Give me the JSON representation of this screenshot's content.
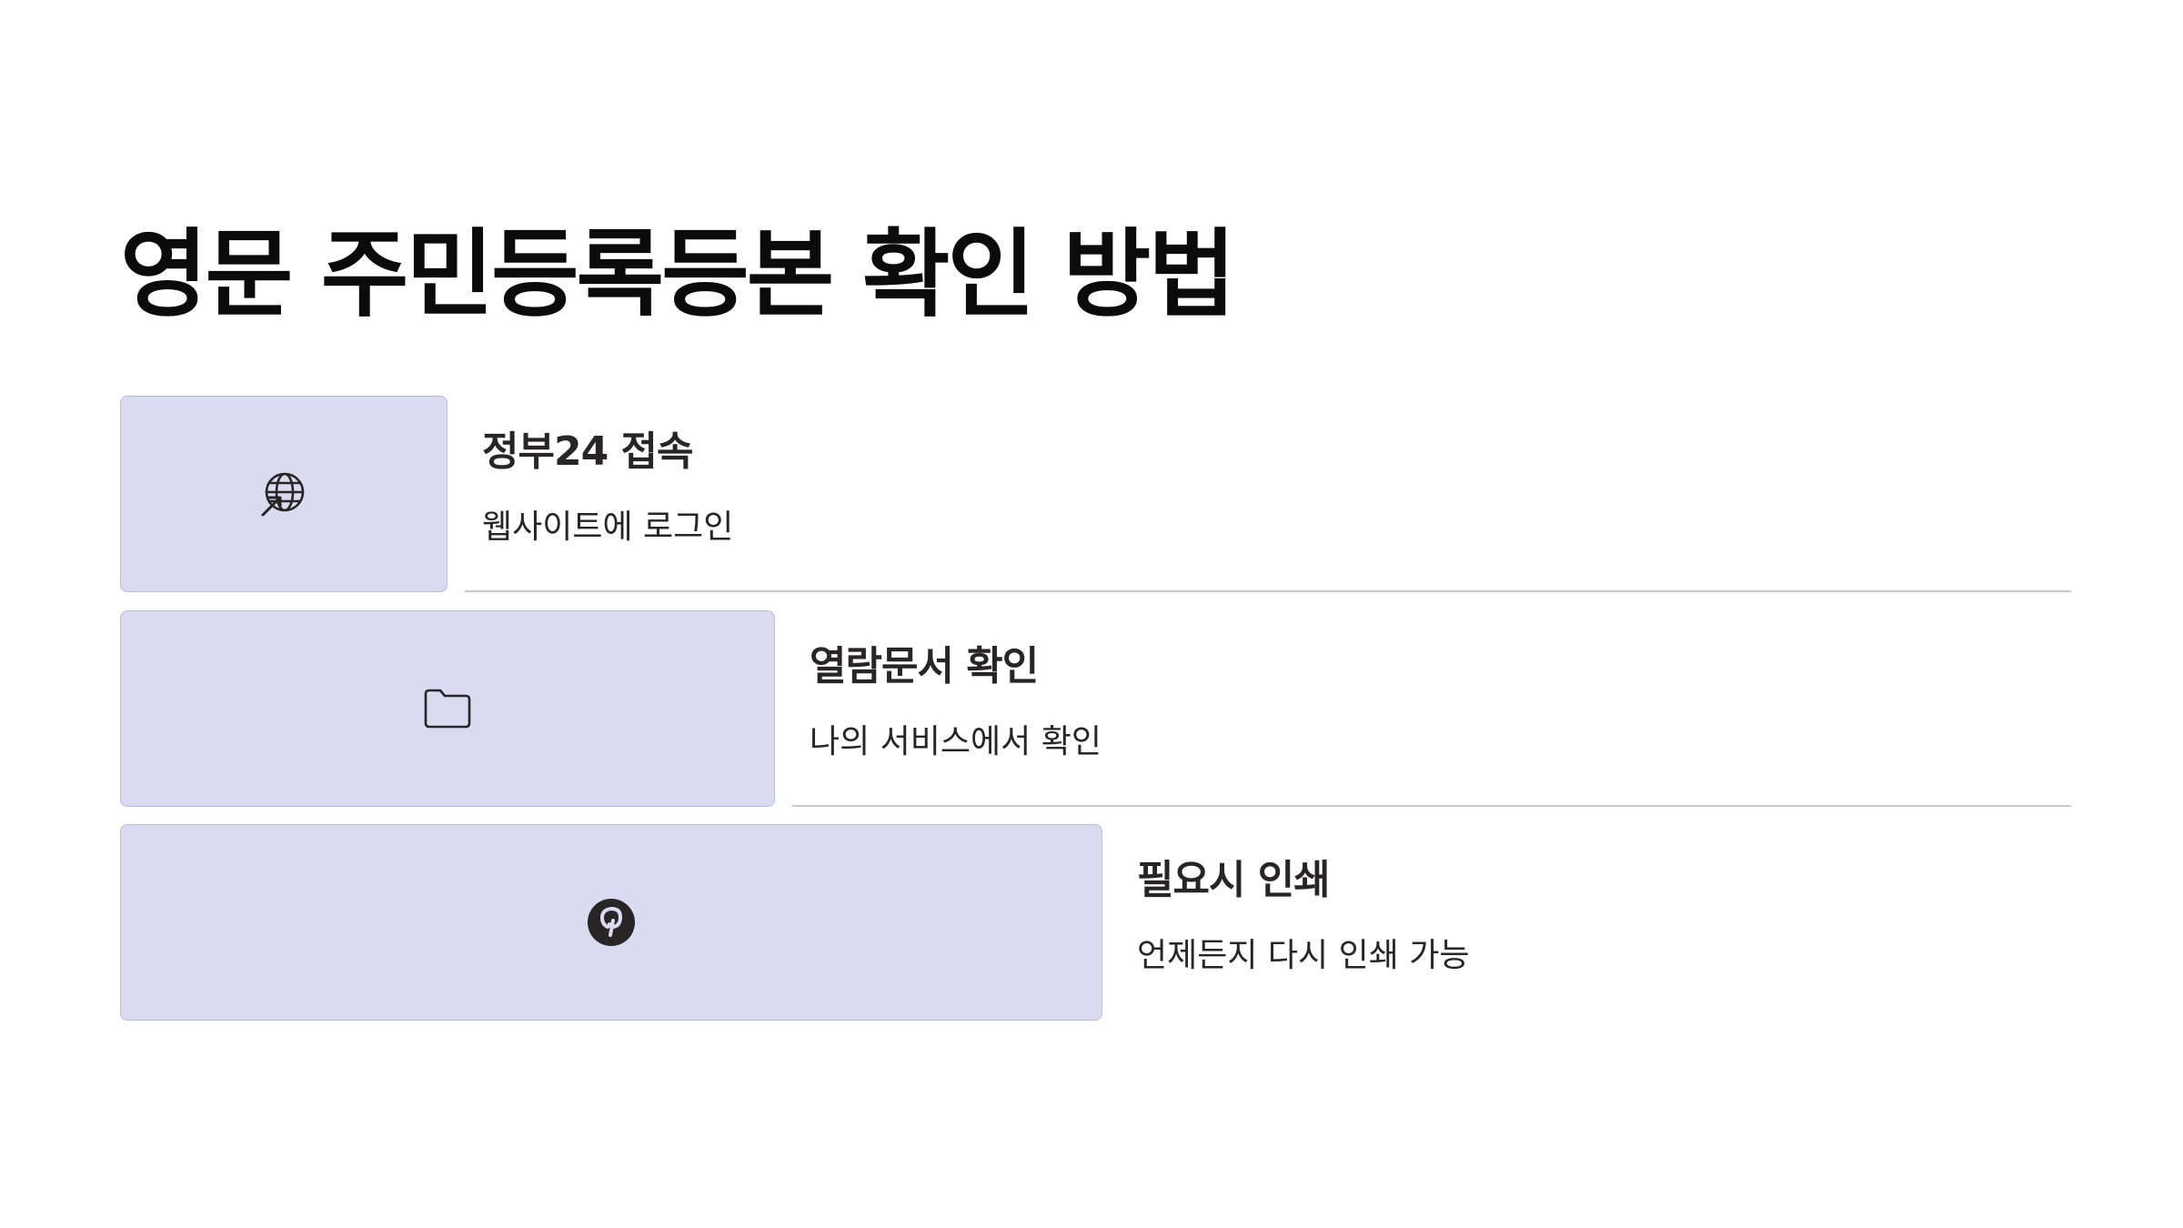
{
  "title": "영문 주민등록등본 확인 방법",
  "steps": [
    {
      "icon": "globe-cursor-icon",
      "heading": "정부24 접속",
      "description": "웹사이트에 로그인"
    },
    {
      "icon": "folder-icon",
      "heading": "열람문서 확인",
      "description": "나의 서비스에서 확인"
    },
    {
      "icon": "pinterest-icon",
      "heading": "필요시 인쇄",
      "description": "언제든지 다시 인쇄 가능"
    }
  ],
  "colors": {
    "card_fill": "#dadaf0",
    "card_border": "#bcbcd8",
    "title": "#0b0b0b",
    "text": "#272525",
    "divider": "#c8c8cf"
  }
}
